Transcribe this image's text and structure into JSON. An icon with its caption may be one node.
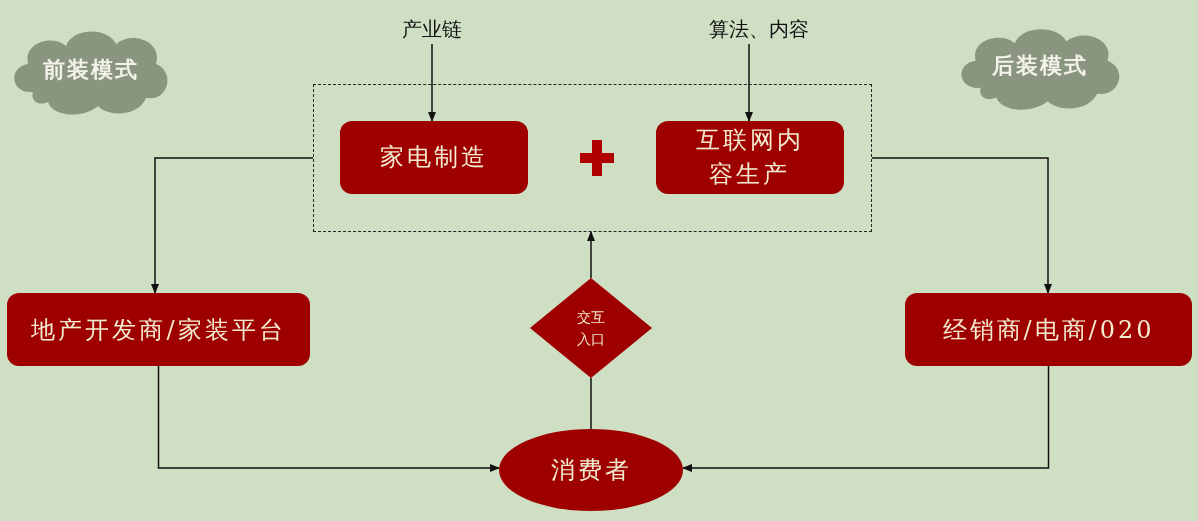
{
  "diagram": {
    "nodes": [
      {
        "text": [
          "前装模式"
        ]
      },
      {
        "text": [
          "后装模式"
        ]
      },
      {
        "text": [
          "产业链"
        ]
      },
      {
        "text": [
          "算法、内容"
        ]
      },
      {
        "text": [],
        "shape": "box"
      },
      {
        "text": [
          "家电制造"
        ],
        "in": 4
      },
      {
        "text": [
          "互联网内容生产"
        ],
        "in": 4
      },
      {
        "text": [
          "地产开发商/家装平台"
        ]
      },
      {
        "text": [
          "交互入口"
        ]
      },
      {
        "text": [
          "经销商/电商/020"
        ]
      },
      {
        "text": [
          "消费者"
        ]
      }
    ],
    "edges": [
      {
        "from": 2,
        "to": 5,
        "arrow": "to"
      },
      {
        "from": 3,
        "to": 6,
        "arrow": "to"
      },
      {
        "from": 4,
        "to": 7,
        "arrow": "to"
      },
      {
        "from": 4,
        "to": 9,
        "arrow": "to"
      },
      {
        "from": 7,
        "to": 10,
        "arrow": "to"
      },
      {
        "from": 9,
        "to": 10,
        "arrow": "to"
      },
      {
        "from": 10,
        "to": 8,
        "arrow": "none"
      },
      {
        "from": 8,
        "to": 4,
        "arrow": "to"
      }
    ]
  }
}
